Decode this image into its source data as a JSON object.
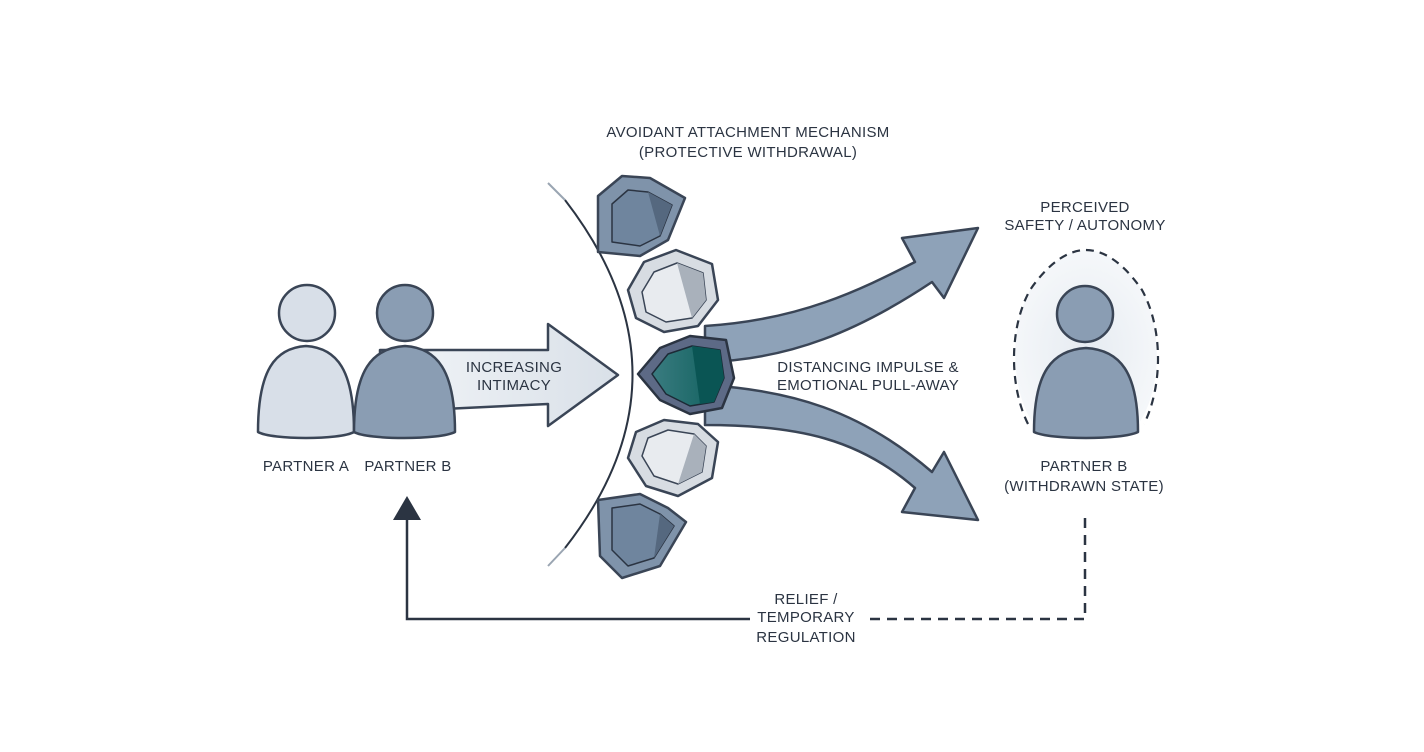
{
  "labels": {
    "partner_a": "PARTNER A",
    "partner_b": "PARTNER B",
    "increasing_intimacy": [
      "INCREASING",
      "INTIMACY"
    ],
    "mechanism": [
      "AVOIDANT ATTACHMENT MECHANISM",
      "(PROTECTIVE WITHDRAWAL)"
    ],
    "distancing": [
      "DISTANCING IMPULSE &",
      "EMOTIONAL PULL-AWAY"
    ],
    "perceived": [
      "PERCEIVED",
      "SAFETY / AUTONOMY"
    ],
    "partner_b_withdrawn": [
      "PARTNER B",
      "(WITHDRAWN STATE)"
    ],
    "relief": [
      "RELIEF /",
      "TEMPORARY",
      "REGULATION"
    ]
  },
  "colors": {
    "ink": "#2b3442",
    "outline": "#3a4556",
    "partner_a_fill": "#d8dfe8",
    "partner_b_fill": "#8a9db3",
    "arrow_fill": "#8ea2b8",
    "intimacy_arrow_fill": "#dfe5ec",
    "shield_dark": "#7f93aa",
    "shield_light": "#d7dce2",
    "shield_center": "#1e6a6a",
    "aura_fill": "#eef2f6"
  },
  "icons": {
    "person": "person-icon",
    "shield": "shield-icon"
  }
}
